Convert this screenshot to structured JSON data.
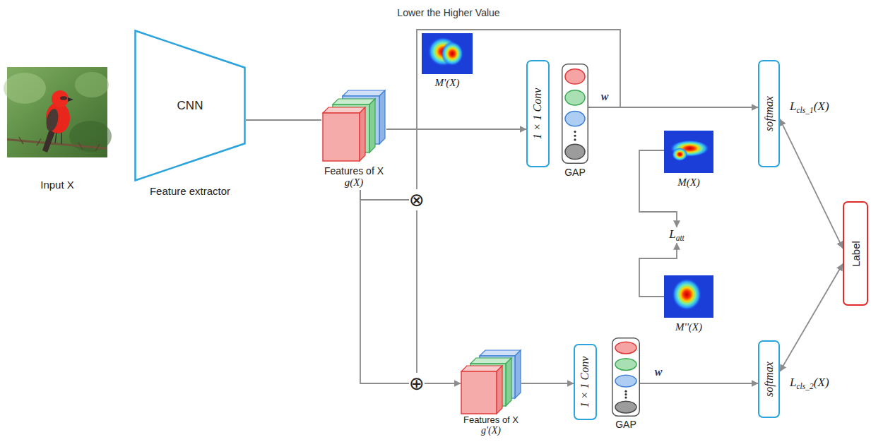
{
  "diagram": {
    "nodes": [
      {
        "text": [
          "Input X"
        ]
      },
      {
        "text": [
          "CNN",
          "Feature extractor"
        ]
      },
      {
        "text": [
          "Features of X",
          "g(X)"
        ]
      },
      {
        "text": [
          "M'(X)"
        ]
      },
      {
        "text": [
          "1 × 1 Conv"
        ]
      },
      {
        "text": [
          "GAP"
        ]
      },
      {
        "text": [
          "softmax"
        ]
      },
      {
        "text": [
          "M(X)"
        ]
      },
      {
        "text": [
          "Latt"
        ]
      },
      {
        "text": [
          "M''(X)"
        ]
      },
      {
        "text": [
          "⊗"
        ]
      },
      {
        "text": [
          "⊕"
        ]
      },
      {
        "text": [
          "Features of X",
          "g'(X)"
        ]
      },
      {
        "text": [
          "1 × 1 Conv"
        ]
      },
      {
        "text": [
          "GAP"
        ]
      },
      {
        "text": [
          "softmax"
        ]
      },
      {
        "text": [
          "Label"
        ]
      }
    ],
    "edges": [
      {
        "from": 1,
        "to": 2,
        "arrow": "none"
      },
      {
        "from": 2,
        "to": 4,
        "arrow": "to"
      },
      {
        "from": 5,
        "to": 6,
        "arrow": "to",
        "label": "w"
      },
      {
        "from": 6,
        "to": 16,
        "arrow": "both"
      },
      {
        "from": 15,
        "to": 16,
        "arrow": "both"
      },
      {
        "from": 2,
        "to": 10,
        "arrow": "none"
      },
      {
        "from": 2,
        "to": 11,
        "arrow": "none"
      },
      {
        "from": 10,
        "to": 11,
        "arrow": "none"
      },
      {
        "from": 5,
        "to": 10,
        "arrow": "none",
        "label": "Lower the Higher Value"
      },
      {
        "from": 11,
        "to": 12,
        "arrow": "to"
      },
      {
        "from": 12,
        "to": 13,
        "arrow": "to"
      },
      {
        "from": 14,
        "to": 15,
        "arrow": "to",
        "label": "w"
      },
      {
        "from": 7,
        "to": 8,
        "arrow": "to"
      },
      {
        "from": 9,
        "to": 8,
        "arrow": "to"
      }
    ],
    "labels": [
      "Lcls_1(X)",
      "Lcls_2(X)"
    ]
  }
}
